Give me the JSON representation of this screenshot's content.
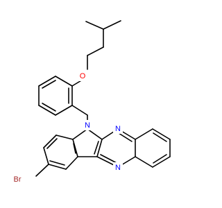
{
  "molecule": {
    "atoms": {
      "oxygen": "O",
      "indole_nitrogen": "N",
      "pyrazine_nitrogen_top": "N",
      "pyrazine_nitrogen_bottom": "N",
      "bromine": "Br"
    },
    "colors": {
      "bond": "#000000",
      "oxygen": "#FF0000",
      "nitrogen": "#0000FF",
      "bromine": "#A52A2A",
      "background": "#FFFFFF"
    }
  }
}
